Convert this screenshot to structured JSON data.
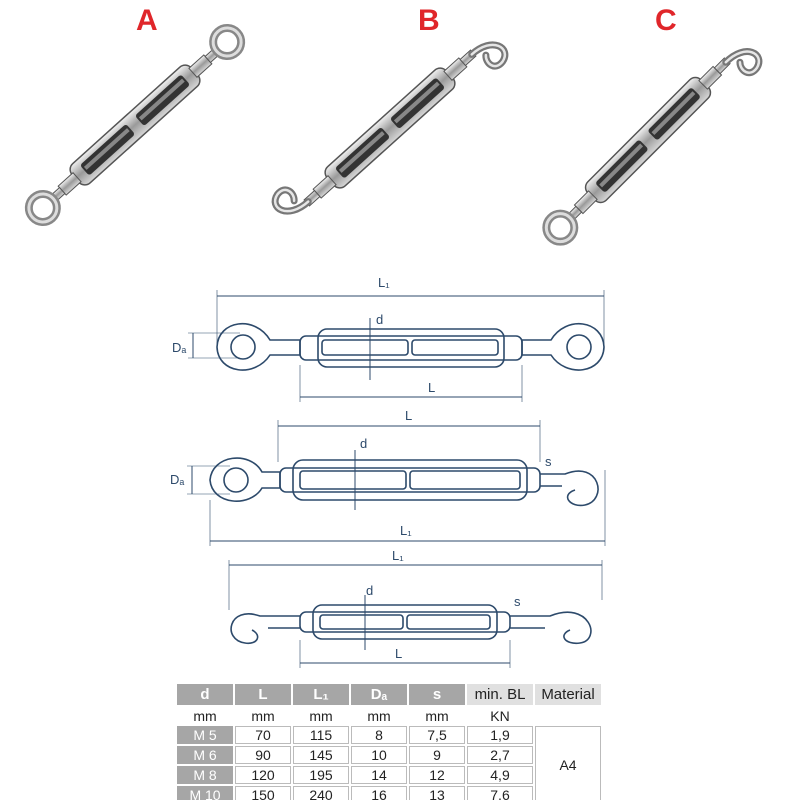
{
  "variants": [
    {
      "letter": "A",
      "type": "eye-eye"
    },
    {
      "letter": "B",
      "type": "hook-hook"
    },
    {
      "letter": "C",
      "type": "eye-hook"
    }
  ],
  "diagram_labels": {
    "L1": "L₁",
    "L": "L",
    "d": "d",
    "Da": "Dₐ",
    "s": "s"
  },
  "colors": {
    "accent": "#e0262a",
    "diagram": "#2d4a6b",
    "header": "#a6a6a6"
  },
  "table": {
    "headers": [
      "d",
      "L",
      "L₁",
      "Dₐ",
      "s",
      "min. BL",
      "Material"
    ],
    "units": [
      "mm",
      "mm",
      "mm",
      "mm",
      "mm",
      "KN"
    ],
    "rows": [
      {
        "d": "M 5",
        "L": "70",
        "L1": "115",
        "Da": "8",
        "s": "7,5",
        "bl": "1,9"
      },
      {
        "d": "M 6",
        "L": "90",
        "L1": "145",
        "Da": "10",
        "s": "9",
        "bl": "2,7"
      },
      {
        "d": "M 8",
        "L": "120",
        "L1": "195",
        "Da": "14",
        "s": "12",
        "bl": "4,9"
      },
      {
        "d": "M 10",
        "L": "150",
        "L1": "240",
        "Da": "16",
        "s": "13",
        "bl": "7,6"
      }
    ],
    "material": "A4"
  }
}
